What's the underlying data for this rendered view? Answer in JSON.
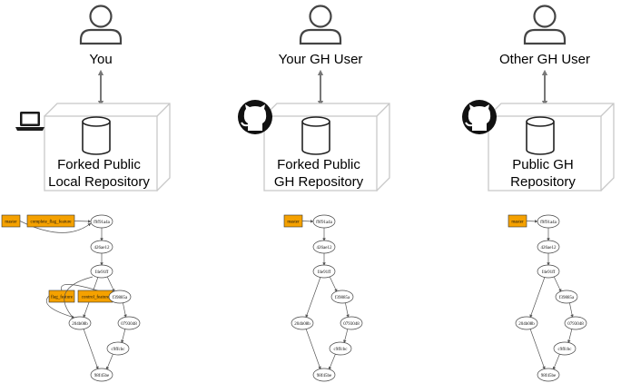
{
  "columns": [
    {
      "id": "you",
      "user_label": "You",
      "badge": "laptop-icon",
      "repo_lines": [
        "Forked Public",
        "Local Repository"
      ],
      "graph": {
        "refs": [
          {
            "label": "master",
            "target": "f9",
            "pos": "master"
          },
          {
            "label": "complete_flag_feature",
            "target": "f9",
            "pos": "complete"
          },
          {
            "label": "flag_feature",
            "target": "f3",
            "pos": "flag"
          },
          {
            "label": "control_feature",
            "target": "f3",
            "pos": "control"
          }
        ],
        "commits": [
          "f9",
          "426",
          "f4e",
          "f39",
          "079",
          "204",
          "c9f",
          "98f"
        ]
      }
    },
    {
      "id": "your-gh",
      "user_label": "Your GH User",
      "badge": "github-icon",
      "repo_lines": [
        "Forked Public",
        "GH Repository"
      ],
      "graph": {
        "refs": [
          {
            "label": "master",
            "target": "f9",
            "pos": "master"
          }
        ],
        "commits": [
          "f9",
          "426",
          "f4e",
          "f39",
          "079",
          "204",
          "c9f",
          "98f"
        ]
      }
    },
    {
      "id": "other-gh",
      "user_label": "Other GH User",
      "badge": "github-icon",
      "repo_lines": [
        "Public GH",
        "Repository"
      ],
      "graph": {
        "refs": [
          {
            "label": "master",
            "target": "f9",
            "pos": "master"
          }
        ],
        "commits": [
          "f9",
          "426",
          "f4e",
          "f39",
          "079",
          "204",
          "c9f",
          "98f"
        ]
      }
    }
  ],
  "commit_labels": {
    "f9": "f9f91a4a",
    "426": "426ae12",
    "f4e": "f4e91ff",
    "f39": "f39885a",
    "079": "0793048",
    "204": "204b08b",
    "c9f": "c9ffcbc",
    "98f": "98f45be"
  }
}
